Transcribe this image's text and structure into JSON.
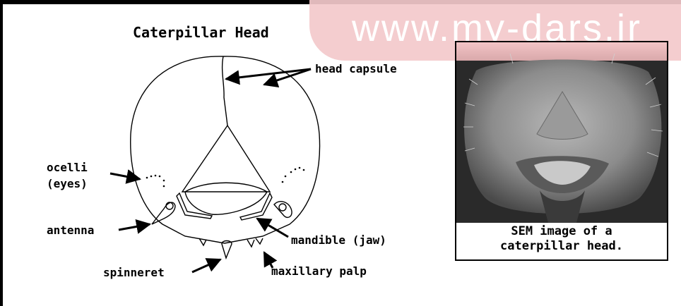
{
  "title": "Caterpillar Head",
  "watermark": "www.my-dars.ir",
  "labels": {
    "head_capsule": "head capsule",
    "ocelli": "ocelli",
    "eyes": "(eyes)",
    "antenna": "antenna",
    "mandible": "mandible (jaw)",
    "spinneret": "spinneret",
    "maxillary_palp": "maxillary palp"
  },
  "sem_caption": {
    "line1": "SEM image of a",
    "line2": "caterpillar head."
  },
  "colors": {
    "watermark_bg": "#f4c9cb",
    "sem_dark": "#2a2a2a",
    "sem_mid": "#8a8a8a"
  }
}
